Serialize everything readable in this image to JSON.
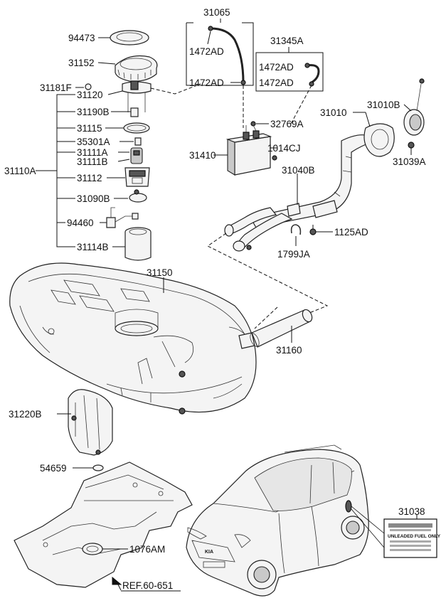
{
  "labels": {
    "p94473": "94473",
    "p31152": "31152",
    "p31181F": "31181F",
    "p31120": "31120",
    "p31190B": "31190B",
    "p31115": "31115",
    "p35301A": "35301A",
    "p31111A": "31111A",
    "p31111B": "31111B",
    "p31110A": "31110A",
    "p31112": "31112",
    "p31090B": "31090B",
    "p94460": "94460",
    "p31114B": "31114B",
    "p31150": "31150",
    "p31220B": "31220B",
    "p54659": "54659",
    "p1076AM": "1076AM",
    "ref": "REF.60-651",
    "p31065": "31065",
    "p1472AD_a": "1472AD",
    "p1472AD_b": "1472AD",
    "p31345A": "31345A",
    "p1472AD_c": "1472AD",
    "p1472AD_d": "1472AD",
    "p32769A": "32769A",
    "p31010": "31010",
    "p31010B": "31010B",
    "p31410": "31410",
    "p1014CJ": "1014CJ",
    "p31040B": "31040B",
    "p31039A": "31039A",
    "p1125AD": "1125AD",
    "p1799JA": "1799JA",
    "p31160": "31160",
    "p31038": "31038"
  },
  "fuel_label": {
    "line1": "UNLEADED FUEL ONLY"
  }
}
